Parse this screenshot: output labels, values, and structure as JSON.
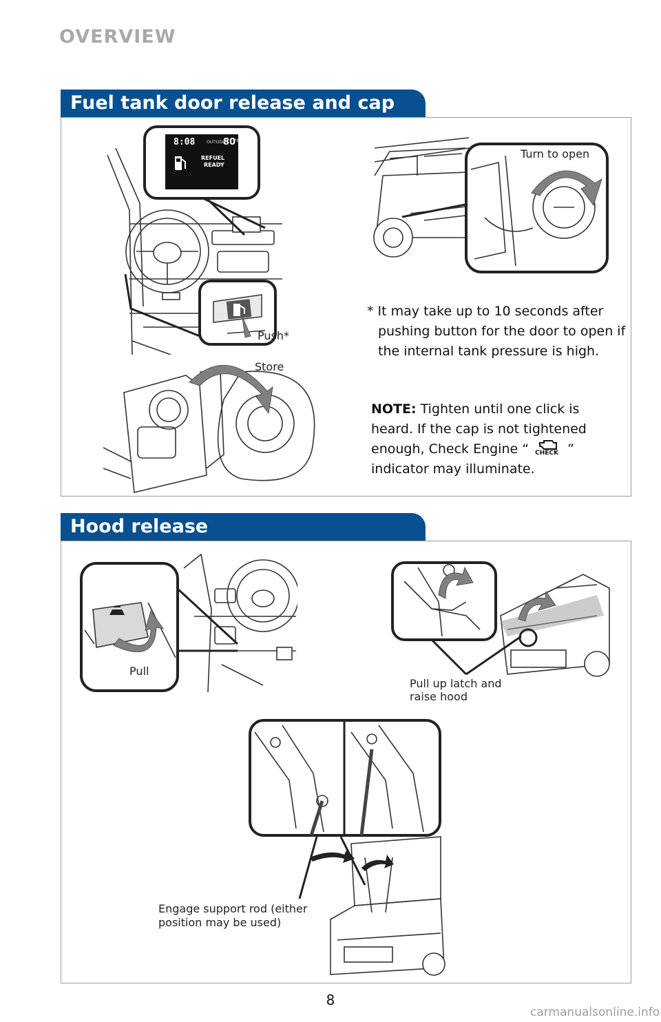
{
  "header": {
    "section": "OVERVIEW"
  },
  "fuel": {
    "title": "Fuel tank door release and cap",
    "display": {
      "time": "8:08",
      "outside_label": "OUTSIDE",
      "temp": "80",
      "temp_unit": "°F",
      "refuel_line1": "REFUEL",
      "refuel_line2": "READY"
    },
    "turn_label": "Turn to open",
    "push_label": "Push*",
    "store_label": "Store",
    "footnote": "* It may take up to 10 seconds after pushing button for the door to open if the internal tank pressure is high.",
    "note_label": "NOTE:",
    "note_text_1": "Tighten until one click is heard. If the cap is not tightened enough, Check Engine “",
    "note_icon_text": "CHECK",
    "note_text_2": "” indicator may illuminate."
  },
  "hood": {
    "title": "Hood release",
    "pull_label": "Pull",
    "latch_label_1": "Pull up latch and",
    "latch_label_2": "raise hood",
    "rod_label_1": "Engage support rod (either",
    "rod_label_2": "position may be used)"
  },
  "footer": {
    "page_number": "8",
    "watermark": "carmanualsonline.info"
  },
  "colors": {
    "accent": "#08508f",
    "arrow": "#808080",
    "panel_border": "#9a9a9a"
  },
  "icons": [
    "fuel-pump-icon",
    "fuel-door-button-icon",
    "check-engine-icon",
    "hood-release-icon"
  ]
}
